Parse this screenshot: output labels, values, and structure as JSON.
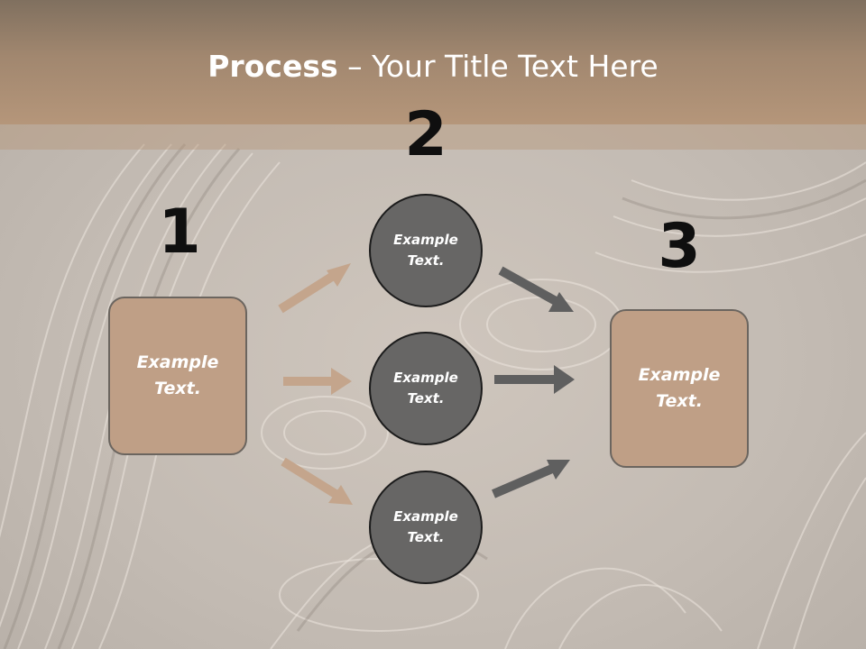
{
  "title": {
    "bold": "Process",
    "rest": " – Your Title Text Here"
  },
  "steps": {
    "one": {
      "number": "1",
      "text": "Example\nText."
    },
    "two": {
      "number": "2"
    },
    "three": {
      "number": "3",
      "text": "Example\nText."
    }
  },
  "circles": [
    {
      "text": "Example\nText."
    },
    {
      "text": "Example\nText."
    },
    {
      "text": "Example\nText."
    }
  ],
  "colors": {
    "header": "#b5967a",
    "box_fill": "#bf9f86",
    "circle_fill": "#676665",
    "arrow_light": "#c4a58c",
    "arrow_dark": "#5f5f5f"
  }
}
